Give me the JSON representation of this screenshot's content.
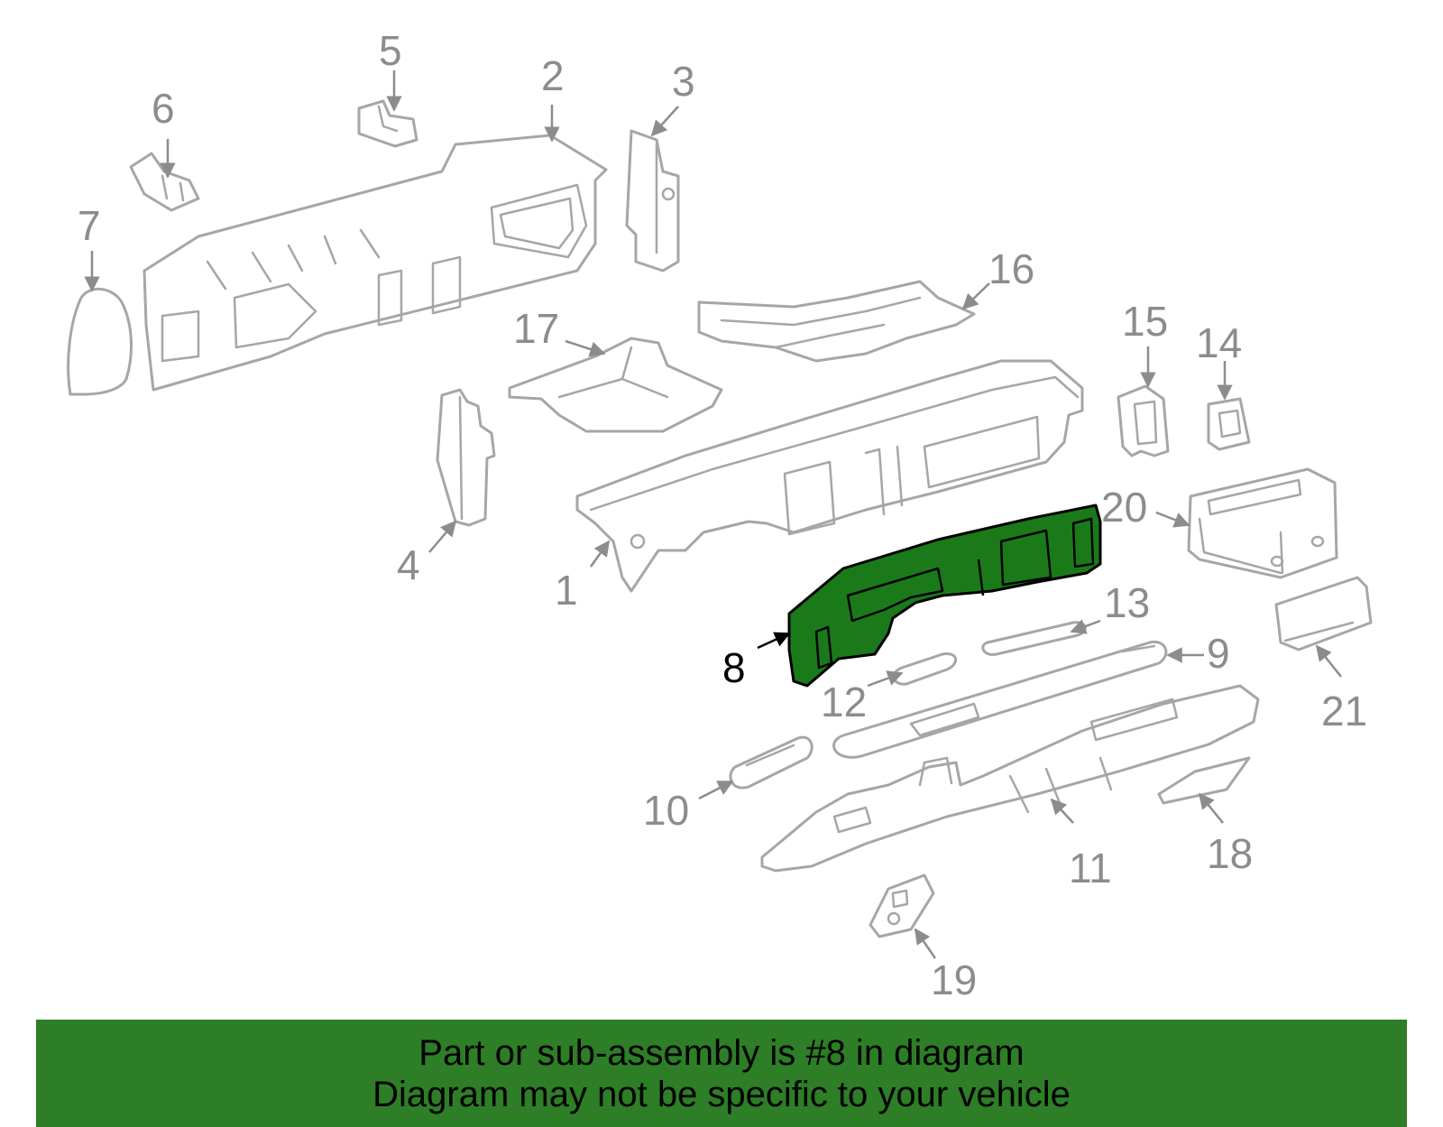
{
  "diagram": {
    "highlighted_part": "8",
    "highlight_color": "#1a7a1a",
    "part_color": "#a6a6a6",
    "callouts": [
      "1",
      "2",
      "3",
      "4",
      "5",
      "6",
      "7",
      "8",
      "9",
      "10",
      "11",
      "12",
      "13",
      "14",
      "15",
      "16",
      "17",
      "18",
      "19",
      "20",
      "21"
    ]
  },
  "banner": {
    "line1": "Part or sub-assembly is #8 in diagram",
    "line2": "Diagram may not be specific to your vehicle",
    "background_color": "#2d7e26"
  }
}
